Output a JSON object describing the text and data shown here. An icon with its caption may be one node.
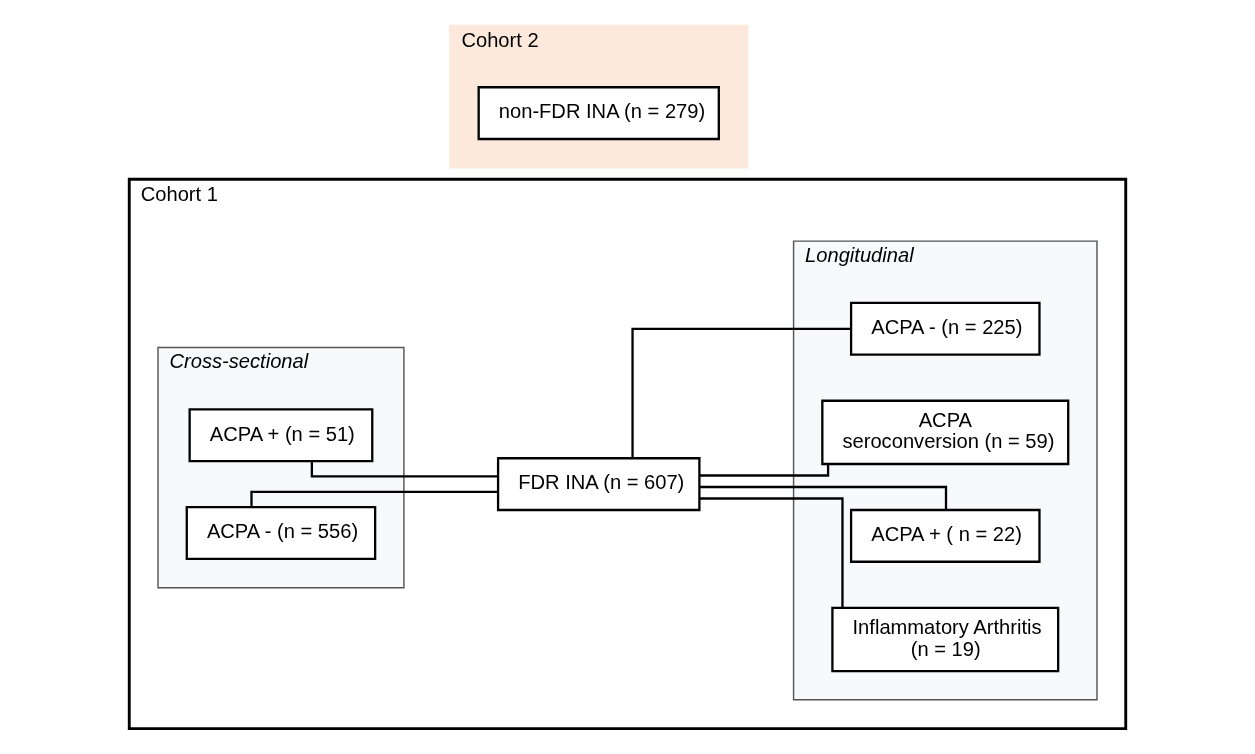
{
  "diagram": {
    "nodes": [
      {
        "text": [
          "Cohort 1"
        ]
      },
      {
        "text": [
          "Cross-sectional"
        ],
        "in": 0
      },
      {
        "text": [
          "ACPA + (n = 51)"
        ],
        "in": 1
      },
      {
        "text": [
          "ACPA - (n = 556)"
        ],
        "in": 1
      },
      {
        "text": [
          "FDR INA (n = 607)"
        ],
        "in": 0
      },
      {
        "text": [
          "Longitudinal"
        ],
        "in": 0
      },
      {
        "text": [
          "ACPA - (n = 225)"
        ],
        "in": 5
      },
      {
        "text": [
          "ACPA seroconversion (n = 59)"
        ],
        "in": 5
      },
      {
        "text": [
          "ACPA + ( n = 22)"
        ],
        "in": 5
      },
      {
        "text": [
          "Inflammatory Arthritis (n = 19)"
        ],
        "in": 5
      },
      {
        "text": [
          "Cohort 2"
        ]
      },
      {
        "text": [
          "non-FDR INA (n = 279)"
        ],
        "in": 10
      }
    ],
    "edges": [
      {
        "from": 2,
        "to": 4,
        "arrow": "none"
      },
      {
        "from": 3,
        "to": 4,
        "arrow": "none"
      },
      {
        "from": 4,
        "to": 6,
        "arrow": "none"
      },
      {
        "from": 4,
        "to": 7,
        "arrow": "none"
      },
      {
        "from": 4,
        "to": 8,
        "arrow": "none"
      },
      {
        "from": 4,
        "to": 9,
        "arrow": "none"
      }
    ]
  }
}
